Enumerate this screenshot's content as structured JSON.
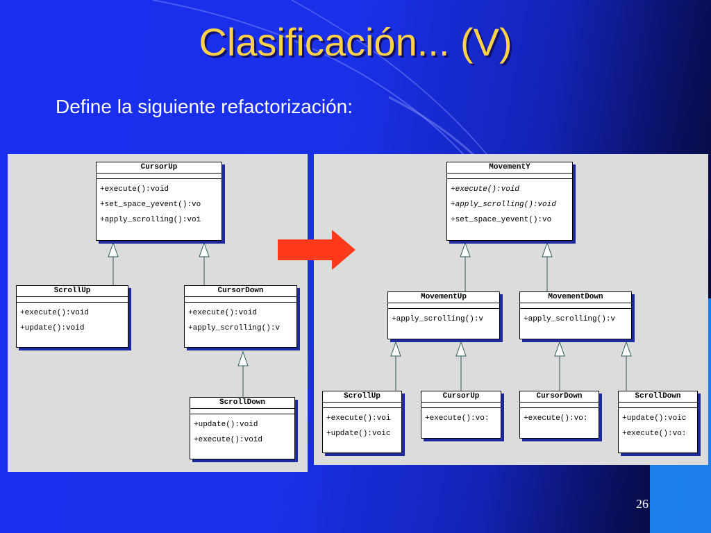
{
  "slide": {
    "title": "Clasificación... (V)",
    "subtitle": "Define la siguiente refactorización:",
    "page_number": "26"
  },
  "colors": {
    "title": "#ffd24a",
    "background": "#1a2ef0",
    "panel": "#dcdcdc",
    "arrow": "#ff3a1a",
    "box_shadow": "#1c2a9e"
  },
  "before": {
    "cursorup": {
      "name": "CursorUp",
      "ops": [
        "+execute():void",
        "+set_space_yevent():vo",
        "+apply_scrolling():voi"
      ]
    },
    "scrollup": {
      "name": "ScrollUp",
      "ops": [
        "+execute():void",
        "+update():void"
      ]
    },
    "cursordown": {
      "name": "CursorDown",
      "ops": [
        "+execute():void",
        "+apply_scrolling():v"
      ]
    },
    "scrolldown": {
      "name": "ScrollDown",
      "ops": [
        "+update():void",
        "+execute():void"
      ]
    }
  },
  "after": {
    "movementy": {
      "name": "MovementY",
      "ops": [
        "+execute():void",
        "+apply_scrolling():void",
        "+set_space_yevent():vo"
      ]
    },
    "movementup": {
      "name": "MovementUp",
      "ops": [
        "+apply_scrolling():v"
      ]
    },
    "movementdown": {
      "name": "MovementDown",
      "ops": [
        "+apply_scrolling():v"
      ]
    },
    "scrollup": {
      "name": "ScrollUp",
      "ops": [
        "+execute():voi",
        "+update():voic"
      ]
    },
    "cursorup": {
      "name": "CursorUp",
      "ops": [
        "+execute():vo:"
      ]
    },
    "cursordown": {
      "name": "CursorDown",
      "ops": [
        "+execute():vo:"
      ]
    },
    "scrolldown": {
      "name": "ScrollDown",
      "ops": [
        "+update():voic",
        "+execute():vo:"
      ]
    }
  },
  "inheritance": [
    {
      "child": "ScrollUp",
      "parent": "CursorUp"
    },
    {
      "child": "CursorDown",
      "parent": "CursorUp"
    },
    {
      "child": "ScrollDown",
      "parent": "CursorDown"
    },
    {
      "child": "MovementUp",
      "parent": "MovementY"
    },
    {
      "child": "MovementDown",
      "parent": "MovementY"
    },
    {
      "child": "ScrollUp",
      "parent": "MovementUp"
    },
    {
      "child": "CursorUp",
      "parent": "MovementUp"
    },
    {
      "child": "CursorDown",
      "parent": "MovementDown"
    },
    {
      "child": "ScrollDown",
      "parent": "MovementDown"
    }
  ]
}
